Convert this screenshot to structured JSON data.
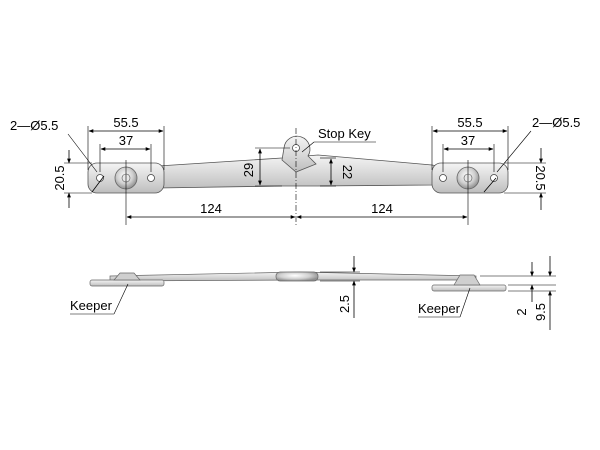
{
  "top_view": {
    "left_hole_label": "2—Ø5.5",
    "right_hole_label": "2—Ø5.5",
    "left_outer_width": "55.5",
    "left_inner_width": "37",
    "right_outer_width": "55.5",
    "right_inner_width": "37",
    "left_height": "20.5",
    "right_height": "20.5",
    "center_height_left": "29",
    "center_height_right": "22",
    "left_span": "124",
    "right_span": "124",
    "stop_key_label": "Stop Key"
  },
  "side_view": {
    "left_keeper_label": "Keeper",
    "right_keeper_label": "Keeper",
    "center_thickness": "2.5",
    "right_thickness_a": "2",
    "right_thickness_b": "9.5"
  }
}
